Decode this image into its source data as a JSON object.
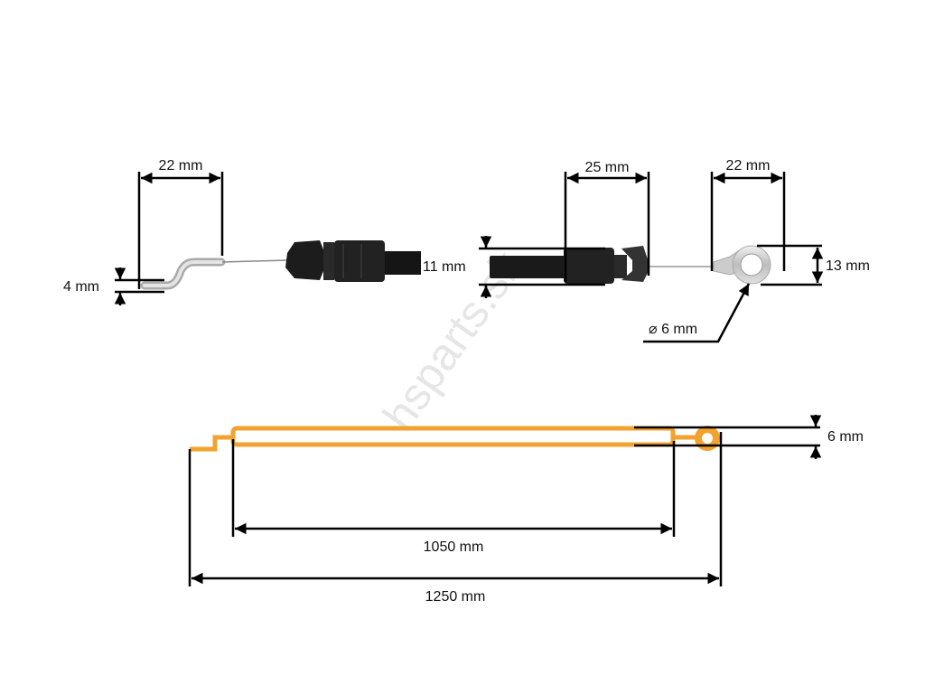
{
  "watermark": "hsparts.sk",
  "top_view": {
    "hook_length": "22 mm",
    "hook_offset": "4 mm",
    "casing_diameter": "11 mm",
    "ferrule_length": "25 mm",
    "eyelet_length": "22 mm",
    "eyelet_width": "13 mm",
    "eyelet_hole": "⌀ 6 mm"
  },
  "schematic": {
    "eyelet_dim": "6 mm",
    "casing_length": "1050 mm",
    "total_length": "1250 mm",
    "color": "#f2a22e"
  }
}
